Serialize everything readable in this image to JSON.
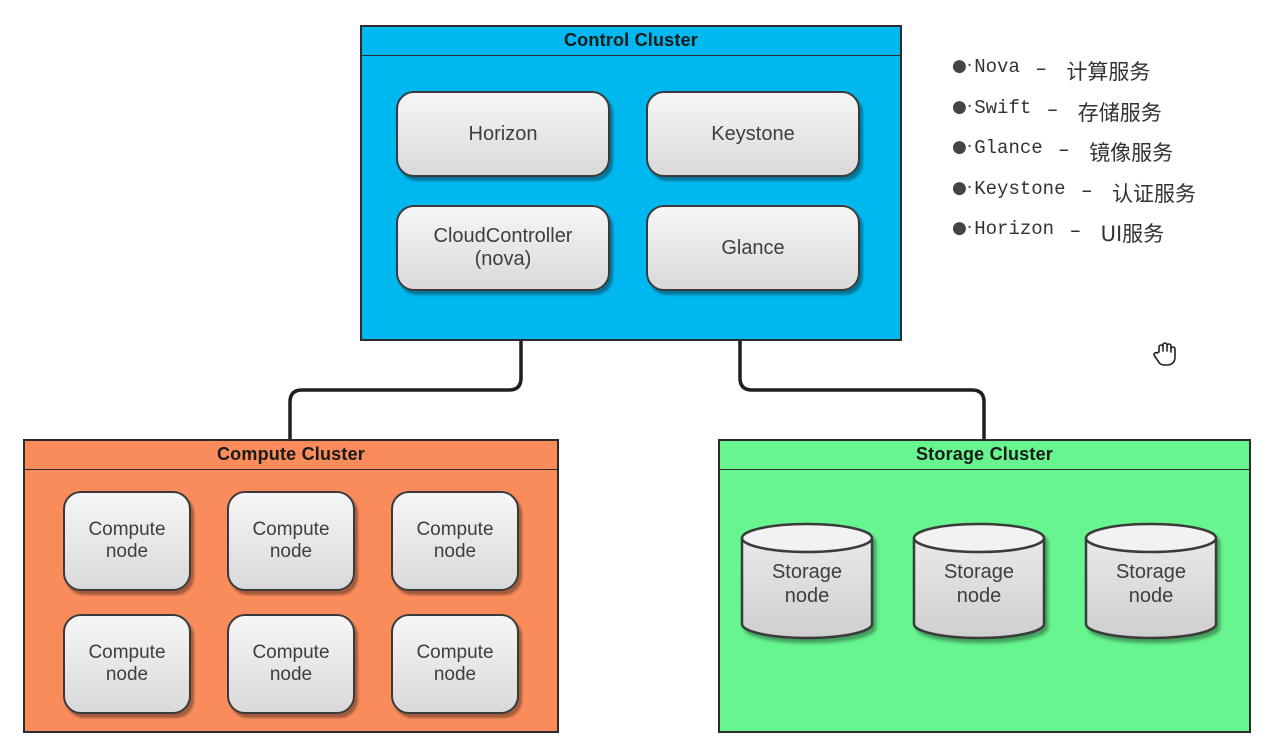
{
  "control_cluster": {
    "title": "Control Cluster",
    "components": [
      "Horizon",
      "Keystone",
      "CloudController\n(nova)",
      "Glance"
    ]
  },
  "compute_cluster": {
    "title": "Compute Cluster",
    "nodes": [
      "Compute\nnode",
      "Compute\nnode",
      "Compute\nnode",
      "Compute\nnode",
      "Compute\nnode",
      "Compute\nnode"
    ]
  },
  "storage_cluster": {
    "title": "Storage Cluster",
    "nodes": [
      "Storage\nnode",
      "Storage\nnode",
      "Storage\nnode"
    ]
  },
  "legend": [
    {
      "name": "Nova",
      "desc": "计算服务"
    },
    {
      "name": "Swift",
      "desc": "存储服务"
    },
    {
      "name": "Glance",
      "desc": "镜像服务"
    },
    {
      "name": "Keystone",
      "desc": "认证服务"
    },
    {
      "name": "Horizon",
      "desc": "UI服务"
    }
  ],
  "legend_bullet": "●·",
  "legend_dash": "–",
  "cursor_icon": "hand-grab-icon",
  "colors": {
    "control": "#00b8f0",
    "compute": "#fa8c5c",
    "storage": "#66f58e",
    "line": "#1f1f1f"
  }
}
